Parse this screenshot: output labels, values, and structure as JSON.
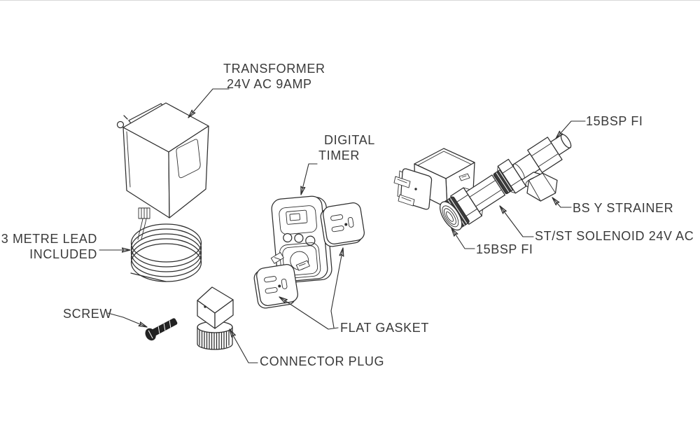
{
  "diagram_type": "exploded-parts-diagram",
  "colors": {
    "background": "#ffffff",
    "line": "#2e2e2e",
    "text": "#3a3a3a",
    "top_border": "#d8d8d8"
  },
  "labels": {
    "transformer": {
      "line1": "TRANSFORMER",
      "line2": "24V AC 9AMP"
    },
    "digital_timer": {
      "line1": "DIGITAL",
      "line2": "TIMER"
    },
    "lead": {
      "line1": "3 METRE LEAD",
      "line2": "INCLUDED"
    },
    "screw": "SCREW",
    "connector_plug": "CONNECTOR PLUG",
    "flat_gasket": "FLAT GASKET",
    "bsp_top": "15BSP FI",
    "bsp_mid": "15BSP FI",
    "strainer": "BS Y STRAINER",
    "solenoid": "ST/ST SOLENOID 24V AC"
  }
}
